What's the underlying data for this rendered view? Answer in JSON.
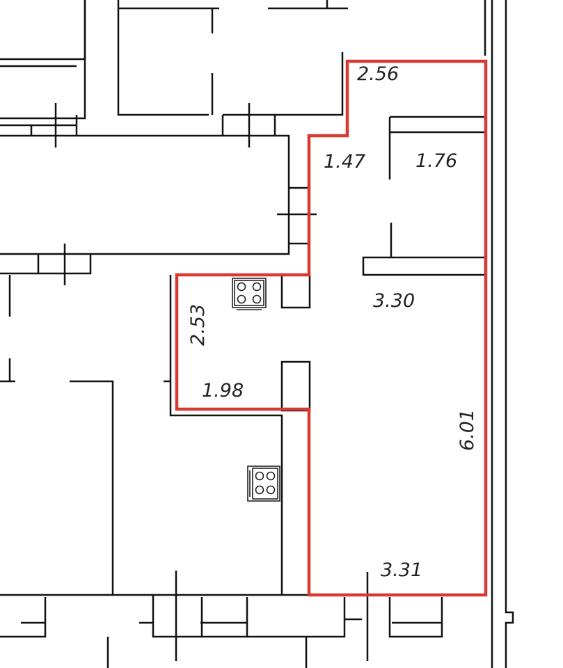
{
  "plan": {
    "highlight_color": "#d83a32",
    "wall_color": "#111111",
    "dimensions": {
      "top_width": "2.56",
      "corridor_width": "1.47",
      "closet_width": "1.76",
      "main_room_width": "3.30",
      "kitchen_depth": "2.53",
      "kitchen_width": "1.98",
      "main_room_length": "6.01",
      "bottom_width": "3.31"
    },
    "fixtures": [
      "stove-icon",
      "stove-icon"
    ]
  }
}
